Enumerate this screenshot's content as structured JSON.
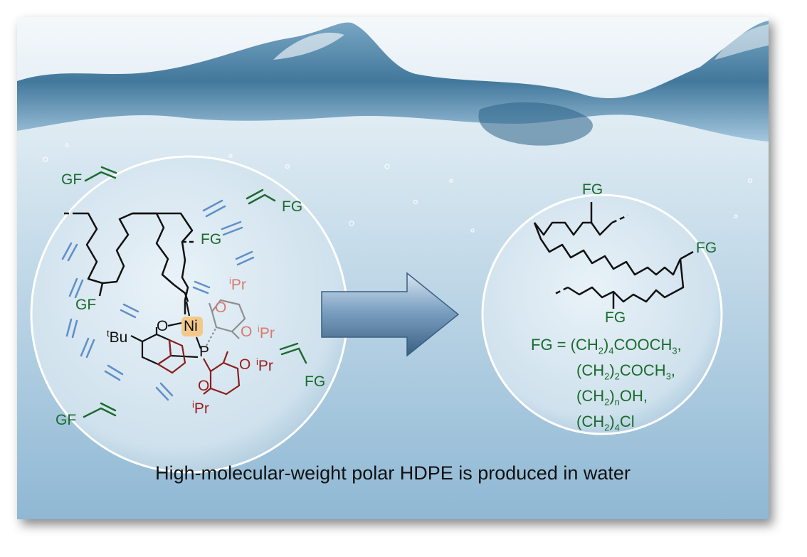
{
  "colors": {
    "water_top": "#eef5fa",
    "water_bottom": "#9ec3dc",
    "green": "#1a6b2c",
    "blue_monomer": "#5e8fc7",
    "red": "#9b1b1b",
    "pink": "#d97a6e",
    "ni_highlight": "#f3c98a"
  },
  "left_circle": {
    "monomer_labels": {
      "gf_top_left": "GF",
      "fg_top_right": "FG",
      "fg_right": "FG",
      "gf_bottom_left": "GF"
    },
    "chain_labels": {
      "fg_chain": "FG",
      "gf_chain": "GF"
    },
    "catalyst": {
      "ni": "Ni",
      "o_ni": "O",
      "p": "P",
      "tbu_sup": "t",
      "tbu": "Bu",
      "o_upper": "O",
      "ipr_upper_sup": "i",
      "ipr_upper": "Pr",
      "o_mid": "O",
      "ipr_mid_sup": "i",
      "ipr_mid": "Pr",
      "o_right": "O",
      "ipr_right_sup": "i",
      "ipr_right": "Pr",
      "o_lower": "O",
      "ipr_lower_sup": "i",
      "ipr_lower": "Pr"
    }
  },
  "arrow": {
    "icon": "right-arrow-icon"
  },
  "right_circle": {
    "labels": {
      "fg_top": "FG",
      "fg_mid": "FG",
      "fg_bottom": "FG"
    },
    "fg_definition": {
      "line1": {
        "a": "FG = (CH",
        "s1": "2",
        "b": ")",
        "s2": "4",
        "c": "COOCH",
        "s3": "3",
        "d": ","
      },
      "line2": {
        "a": "(CH",
        "s1": "2",
        "b": ")",
        "s2": "2",
        "c": "COCH",
        "s3": "3",
        "d": ","
      },
      "line3": {
        "a": "(CH",
        "s1": "2",
        "b": ")",
        "s2": "n",
        "c": "OH,"
      },
      "line4": {
        "a": "(CH",
        "s1": "2",
        "b": ")",
        "s2": "4",
        "c": "Cl"
      }
    }
  },
  "caption": "High-molecular-weight polar HDPE is produced in water"
}
